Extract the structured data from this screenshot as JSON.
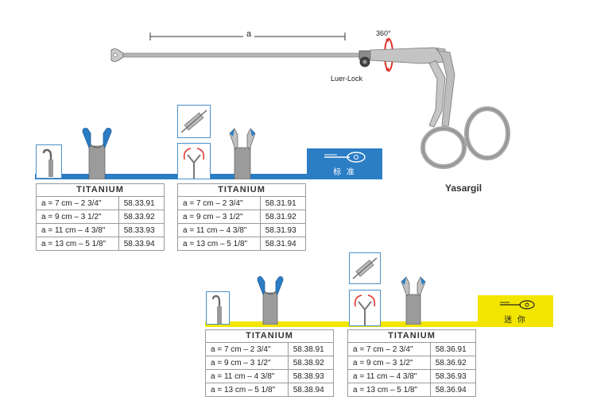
{
  "main_instrument": {
    "dimension_label": "a",
    "rotation_label": "360°",
    "luer_lock_label": "Luer-Lock",
    "name": "Yasargil"
  },
  "blue_group": {
    "tag_label": "标 准",
    "color": "#2b7dc4",
    "tables": [
      {
        "header": "TITANIUM",
        "rows": [
          {
            "size": "a =  7 cm  –  2 3/4\"",
            "code": "58.33.91"
          },
          {
            "size": "a =  9 cm  –  3 1/2\"",
            "code": "58.33.92"
          },
          {
            "size": "a = 11 cm  –  4 3/8\"",
            "code": "58.33.93"
          },
          {
            "size": "a = 13 cm  –  5 1/8\"",
            "code": "58.33.94"
          }
        ]
      },
      {
        "header": "TITANIUM",
        "rows": [
          {
            "size": "a =  7 cm  –  2 3/4\"",
            "code": "58.31.91"
          },
          {
            "size": "a =  9 cm  –  3 1/2\"",
            "code": "58.31.92"
          },
          {
            "size": "a = 11 cm  –  4 3/8\"",
            "code": "58.31.93"
          },
          {
            "size": "a = 13 cm  –  5 1/8\"",
            "code": "58.31.94"
          }
        ]
      }
    ]
  },
  "yellow_group": {
    "tag_label": "迷 你",
    "color": "#f2e600",
    "tables": [
      {
        "header": "TITANIUM",
        "rows": [
          {
            "size": "a =  7 cm  –  2 3/4\"",
            "code": "58.38.91"
          },
          {
            "size": "a =  9 cm  –  3 1/2\"",
            "code": "58.38.92"
          },
          {
            "size": "a = 11 cm  –  4 3/8\"",
            "code": "58.38.93"
          },
          {
            "size": "a = 13 cm  –  5 1/8\"",
            "code": "58.38.94"
          }
        ]
      },
      {
        "header": "TITANIUM",
        "rows": [
          {
            "size": "a =  7 cm  –  2 3/4\"",
            "code": "58.36.91"
          },
          {
            "size": "a =  9 cm  –  3 1/2\"",
            "code": "58.36.92"
          },
          {
            "size": "a = 11 cm  –  4 3/8\"",
            "code": "58.36.93"
          },
          {
            "size": "a = 13 cm  –  5 1/8\"",
            "code": "58.36.94"
          }
        ]
      }
    ]
  }
}
